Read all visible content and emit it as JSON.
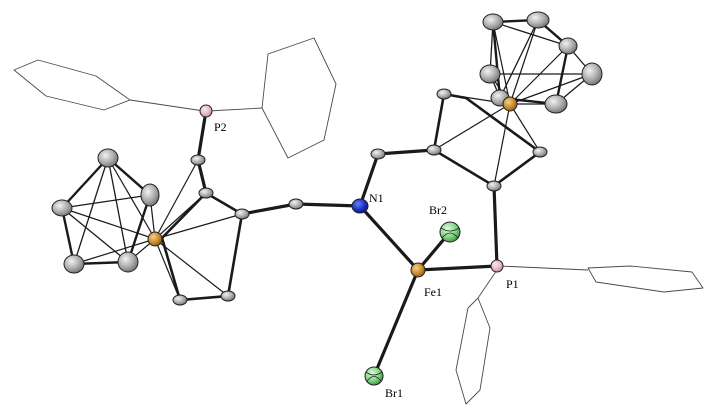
{
  "figure": {
    "labels": {
      "p2": "P2",
      "n1": "N1",
      "br2": "Br2",
      "fe1": "Fe1",
      "p1": "P1",
      "br1": "Br1"
    },
    "colors": {
      "carbon": "#a9a9a9",
      "iron": "#c88a2c",
      "phosphorus": "#e6b8c8",
      "nitrogen": "#1c2fc8",
      "bromine": "#7dd67d",
      "bond": "#1a1a1a",
      "phenyl_outline": "#4a4a4a"
    }
  }
}
